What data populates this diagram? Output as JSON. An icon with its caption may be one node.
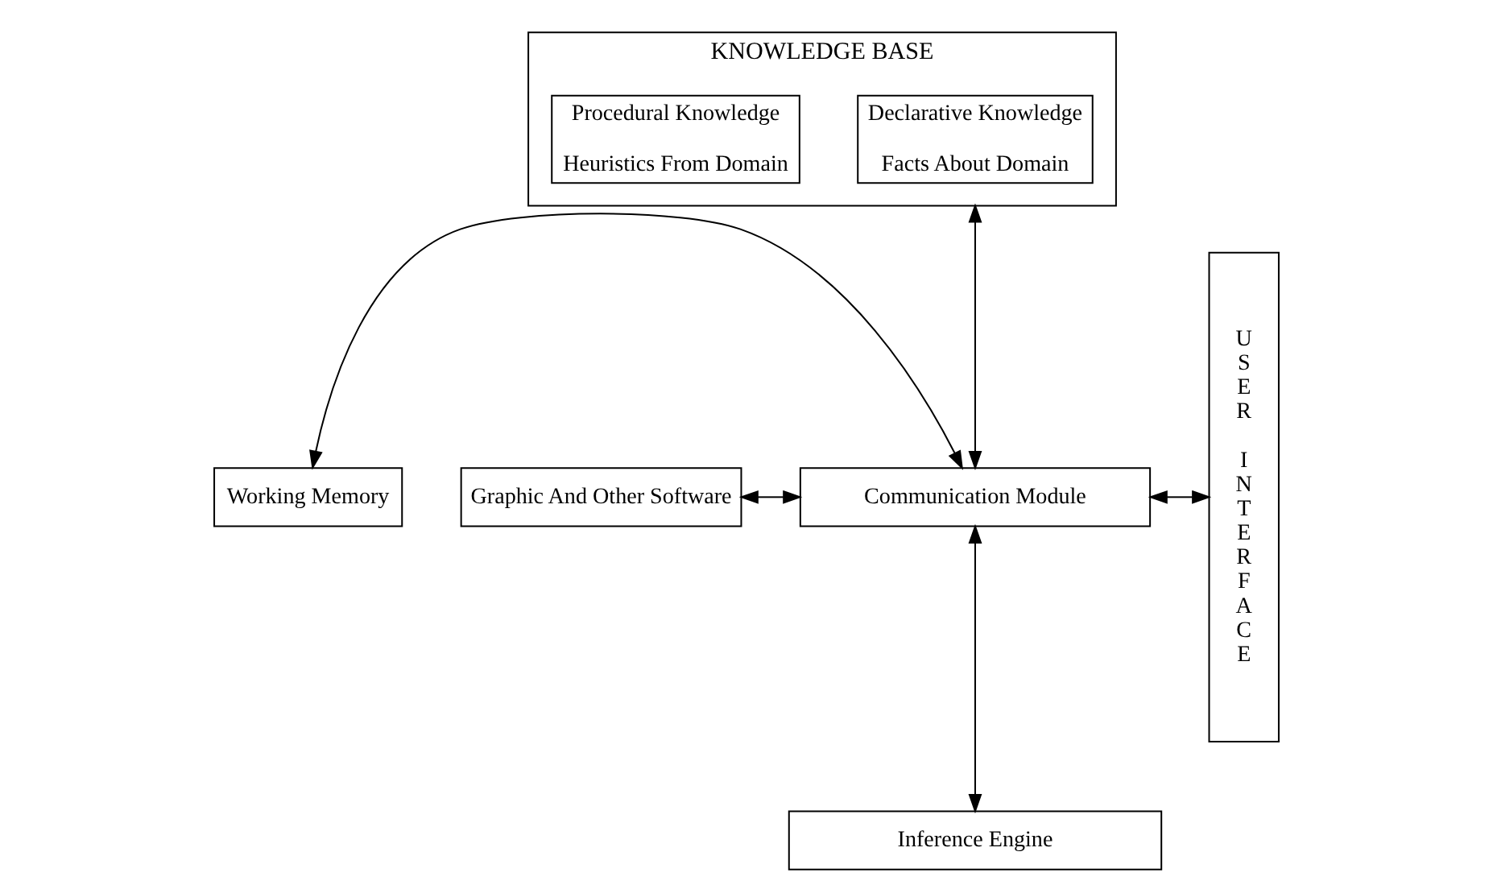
{
  "diagram": {
    "nodes": [
      {
        "text": [
          "KNOWLEDGE BASE"
        ]
      },
      {
        "text": [
          "Declarative Knowledge",
          "Facts About Domain"
        ],
        "in": 0
      },
      {
        "text": [
          "Procedural Knowledge",
          "Heuristics From Domain"
        ],
        "in": 0
      },
      {
        "text": [
          "Working Memory"
        ]
      },
      {
        "text": [
          "Communication Module"
        ]
      },
      {
        "text": [
          "Graphic And Other Software"
        ]
      },
      {
        "text": [
          "Inference Engine"
        ]
      },
      {
        "text": [
          "USER INTERFACE"
        ]
      }
    ],
    "edges": [
      {
        "from": 0,
        "to": 4,
        "arrow": "both"
      },
      {
        "from": 3,
        "to": 4,
        "arrow": "both"
      },
      {
        "from": 5,
        "to": 4,
        "arrow": "both"
      },
      {
        "from": 4,
        "to": 6,
        "arrow": "both"
      },
      {
        "from": 4,
        "to": 7,
        "arrow": "both"
      }
    ]
  }
}
